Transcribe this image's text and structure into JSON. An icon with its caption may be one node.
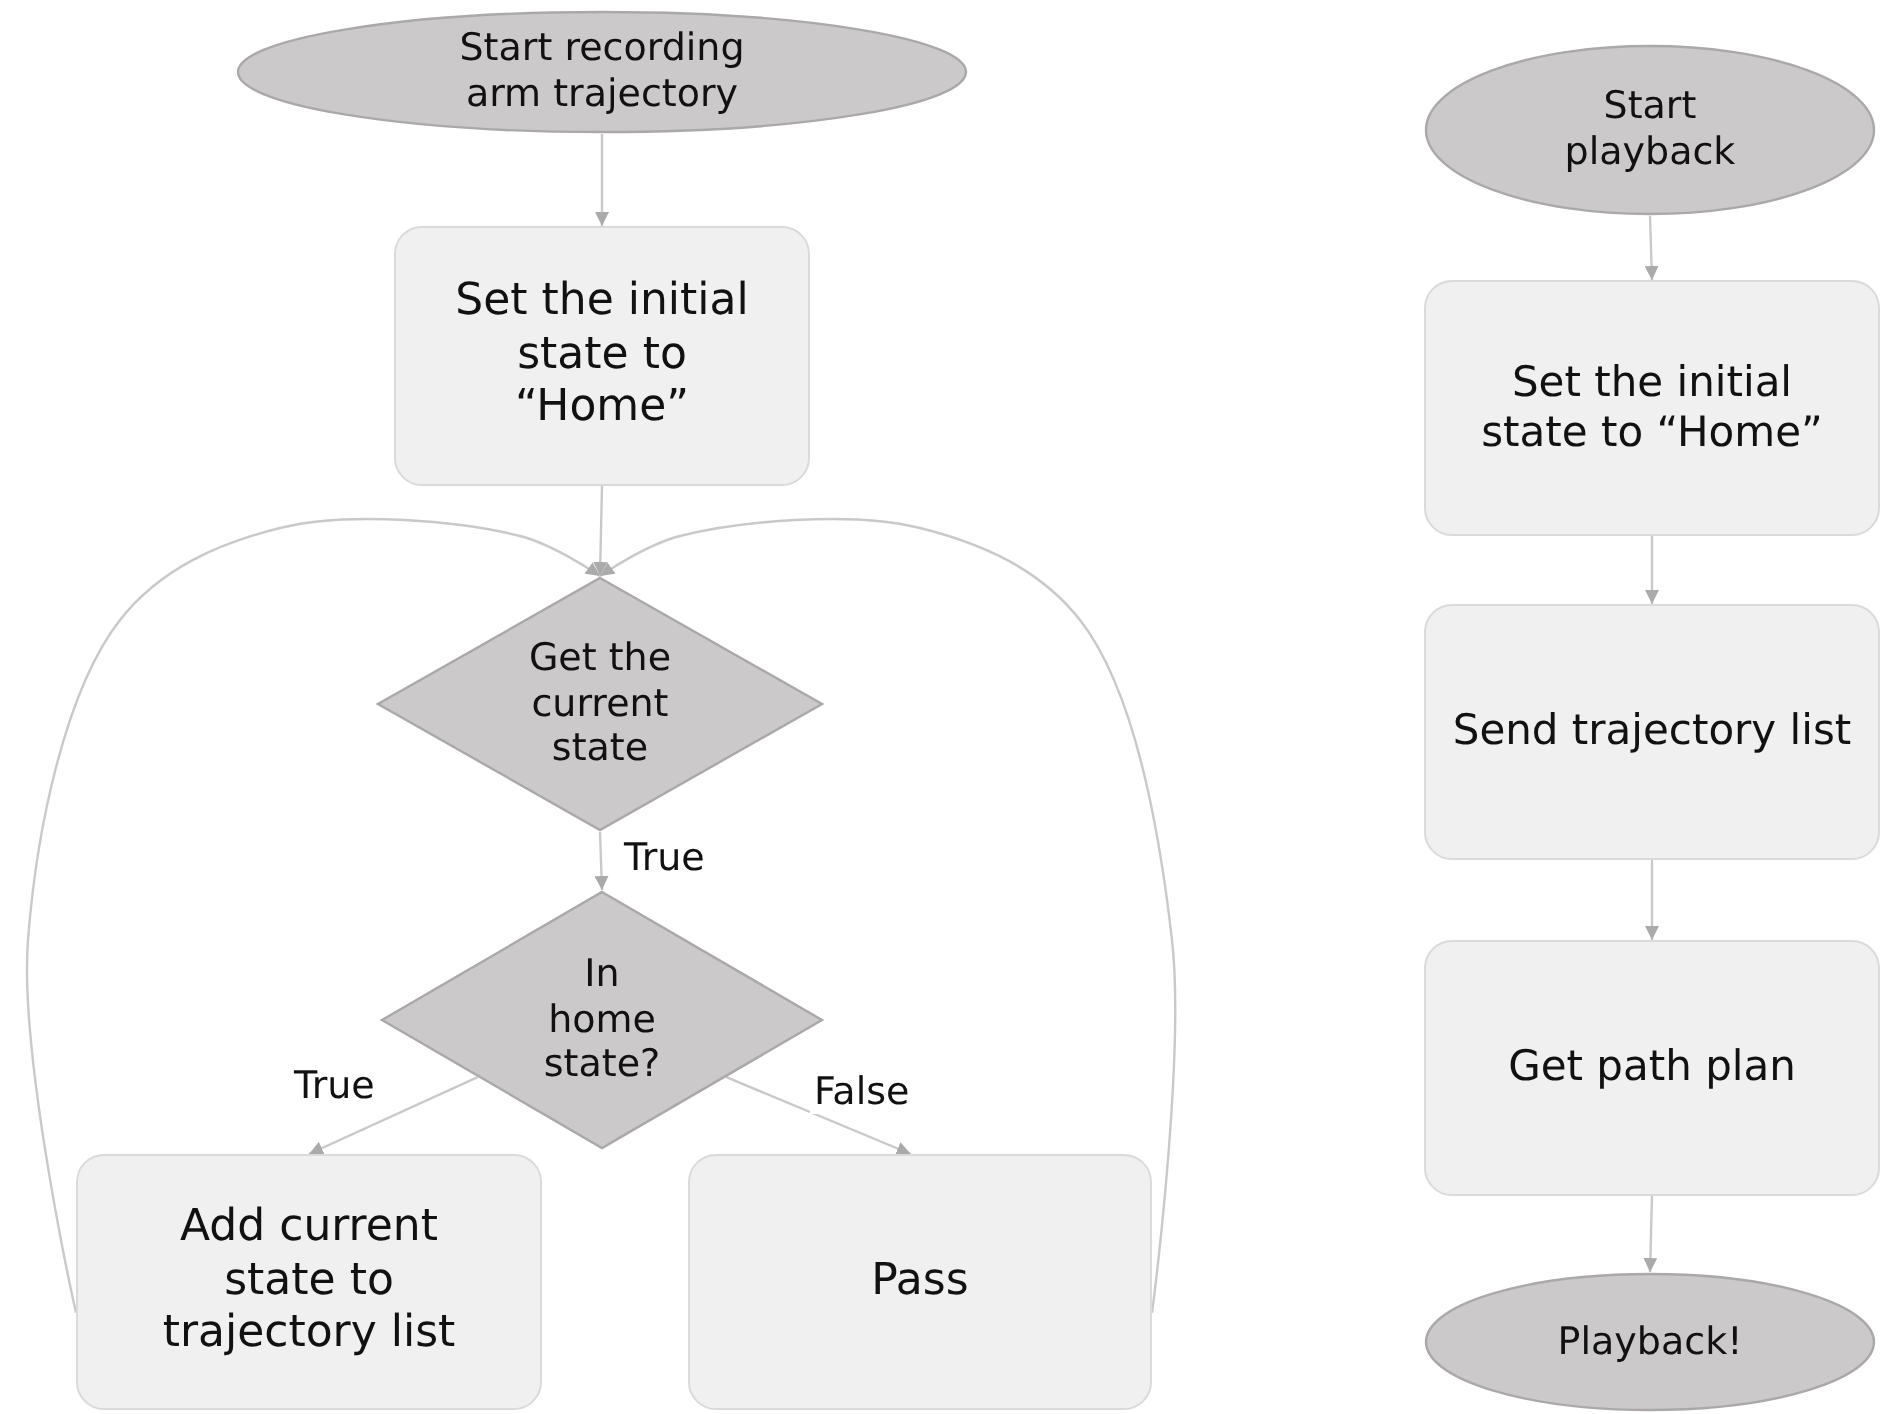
{
  "diagram": {
    "nodes": [
      {
        "text": [
          "Start recording arm trajectory"
        ]
      },
      {
        "text": [
          "Set the initial state to “Home”"
        ]
      },
      {
        "text": [
          "Get the current state"
        ]
      },
      {
        "text": [
          "In home state?"
        ]
      },
      {
        "text": [
          "Add current state to trajectory list"
        ]
      },
      {
        "text": [
          "Pass"
        ]
      },
      {
        "text": [
          "Start playback"
        ]
      },
      {
        "text": [
          "Set the initial state to “Home”"
        ]
      },
      {
        "text": [
          "Send trajectory list"
        ]
      },
      {
        "text": [
          "Get path plan"
        ]
      },
      {
        "text": [
          "Playback!"
        ]
      }
    ],
    "edges": [
      {
        "from": 0,
        "to": 1,
        "arrow": "to"
      },
      {
        "from": 1,
        "to": 2,
        "arrow": "to"
      },
      {
        "from": 2,
        "to": 3,
        "label": "True",
        "arrow": "to"
      },
      {
        "from": 3,
        "to": 4,
        "label": "True",
        "arrow": "to"
      },
      {
        "from": 3,
        "to": 5,
        "label": "False",
        "arrow": "to"
      },
      {
        "from": 4,
        "to": 2,
        "arrow": "to"
      },
      {
        "from": 5,
        "to": 2,
        "arrow": "to"
      },
      {
        "from": 6,
        "to": 7,
        "arrow": "to"
      },
      {
        "from": 7,
        "to": 8,
        "arrow": "to"
      },
      {
        "from": 8,
        "to": 9,
        "arrow": "to"
      },
      {
        "from": 9,
        "to": 10,
        "arrow": "to"
      }
    ]
  }
}
